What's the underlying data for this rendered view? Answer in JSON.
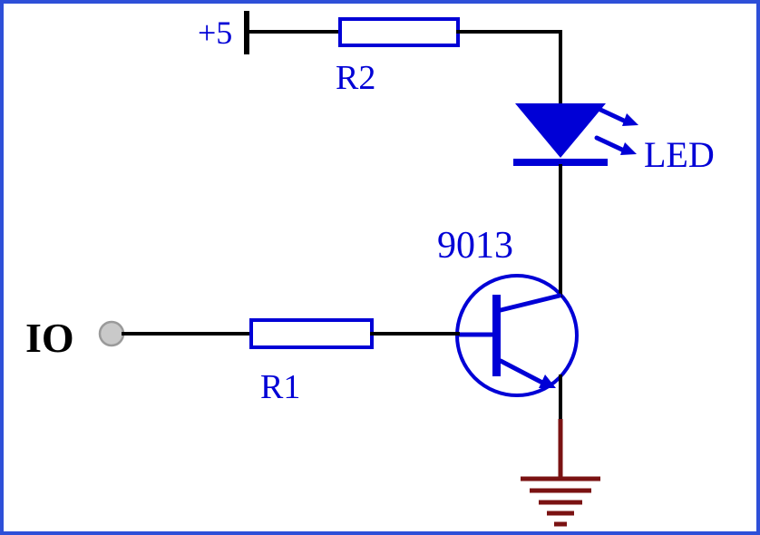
{
  "diagram": {
    "labels": {
      "power": "+5",
      "r2": "R2",
      "led": "LED",
      "transistor": "9013",
      "r1": "R1",
      "io": "IO"
    },
    "colors": {
      "component": "#0000d6",
      "wire": "#000000",
      "ground": "#7a1212",
      "border": "#2e4fd8",
      "pad_fill": "#c9c9c9",
      "pad_stroke": "#9a9a9a"
    }
  }
}
